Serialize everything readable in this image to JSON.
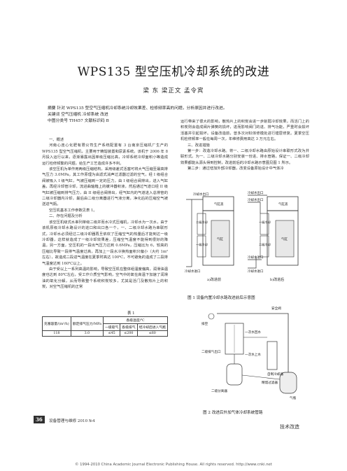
{
  "title": "WPS135 型空压机冷却系统的改进",
  "authors": "梁  东   梁正文   孟令宾",
  "abstract": "摘要   针对 WPS135 型空气压缩机冷却系统冷却效果差、检修频率高的问题，分析原因并进行改进。",
  "keywords": "关键词   空气压缩机   冷却系统   改进",
  "classification": "中图分类号   TH457       文献标识码   B",
  "left_column": [
    {
      "type": "h",
      "text": "一、概述"
    },
    {
      "type": "p",
      "text": "河南心连心化肥有限公司生产系统配置有 3 台南京压缩机厂生产的 WPS135 型空气压缩机，主要用于精馏装置和尿素系统。该机于 2006 年 8 月投入运行以来，逐渐暴露出因单级压缩比高，冷却系统冷却面积小等造成运行检修频繁的问题，给生产工艺造成许多不利。"
    },
    {
      "type": "p",
      "text": "该空压机为单作用两级压缩结构，采用级差式活塞可将大气压缩至最高排气压力 3.0MPa。其工作原理为由滤式消声过滤器过滤的空气，经 I 级组合阀被吸入 I 级气缸，气被压缩到一定的压力，由 I 级组合阀排出，进入气缸盖，再经冷却管冷却，流进曲轴箱上的缓冲器积液，然后通过气道口经 II 级气缸被压缩到排气压力，由 II 级组合阀排出，经气缸内的气道进入总排管的二级冷却器内冷却，最后由二级分离器进行气液分离，净化后的压缩空气被送进气瓶。"
    },
    {
      "type": "p",
      "text": "空压机基本工作参数见表 1。"
    },
    {
      "type": "h",
      "text": "二、存在问题及分析"
    },
    {
      "type": "p",
      "text": "该空压机级式水串列单级二级并而水冷式压缩机，冷却水为一次水，由于该机原级冷却水路设计的进口和出口各一个，一、二级冷却水路为串联形式，冷却水必须经过二级冷却器再旦依欢了压缩空气的热量后才能到达一级冷却器，这样就造成了一级冷却效果差，压缩空气温度不能得到很好的降温。另一方面，空压机的一段出气压力达到 0.6MPa，压缩比为 6，较高的压缩比导致一段排气温度过高，再加上一段水冷换热面积只偏小（大约 1m² 左右），故造成二段进气温度在夏季时高达 100℃，不可避免的造成了二段排气温度达到 160℃以上。"
    },
    {
      "type": "p",
      "text": "由于受以上一系列高温的影响，导致空压机在整体组温度偏高，润滑油温度也达到 80℃左右，受工作介质空气影响，空气中的氧在高温下加速了润滑油的氧化分解，从而导致整个系统积炭较多，尤其是活门及散热片上的积炭，对空气压缩机的正常"
    }
  ],
  "table1": {
    "caption": "表 1",
    "header_top": [
      "充塞容量/(m³/h)",
      "额定排气压力/MPa",
      "各级温度/℃"
    ],
    "header_sub": [
      "一级吸气",
      "各级排气",
      "经冷却后进入气瓶"
    ],
    "row": [
      "118",
      "3.0",
      "≤45",
      "≤200",
      "≤60"
    ]
  },
  "right_column": [
    {
      "type": "p0",
      "text": "运行带来了很大的影响，散热片上的积炭会进一步削弱冷却效果，而活门上的积炭则会造成阀片弹簧的损坏，进而影响阀门的进、排气功能，严重时会损坏活塞并引起损坏。设备改造前，曾多次对缸体修模处进行镗层修复。夏季空压机检修频率一般在每周一次，年维修费用高达 3 万元左右。"
    },
    {
      "type": "h",
      "text": "三、改进措施"
    },
    {
      "type": "p",
      "text": "第一步：改造冷却水路。将一、二级冷却水路由原始设计串联形式改为并联形式。为一、二级冷却水路分别安装一份进、排水管路，保证一、二级冷却效果都能从源头得到控制，改进前后的冷却水路示意图见图 1 所示。"
    },
    {
      "type": "p",
      "text": "第二步：通过增加外部冷却器，改变设备原始设计中气体冷"
    }
  ],
  "fig1": {
    "caption": "图 1   设备内置冷却水路改进前后示意图",
    "a_label": "a)改进前",
    "b_label": "b)改进后",
    "a_labels": [
      "冷却水出口",
      "气缸盖",
      "二级冷却",
      "一级冷却",
      "气缸",
      "冷却水进口"
    ],
    "b_labels": [
      "冷却水出口",
      "冷却水出口",
      "气缸盖",
      "一级冷却",
      "二级冷却",
      "气缸",
      "冷却水进口",
      "冷却水进口"
    ]
  },
  "fig2": {
    "caption": "图 2   改进后外加气体冷却系统管路",
    "labels": [
      "安全阀",
      "排空",
      "一次水回水",
      "二级排气出口",
      "一次水上水",
      "自制冷却器",
      "精馏过滤器",
      "二级分离器",
      "气瓶"
    ]
  },
  "page_number": "36",
  "journal": "设备管理与维修   2010 №4",
  "section_tag": "技术改造",
  "copyright": "© 1994-2010 China Academic Journal Electronic Publishing House. All rights reserved.   http://www.cnki.net"
}
